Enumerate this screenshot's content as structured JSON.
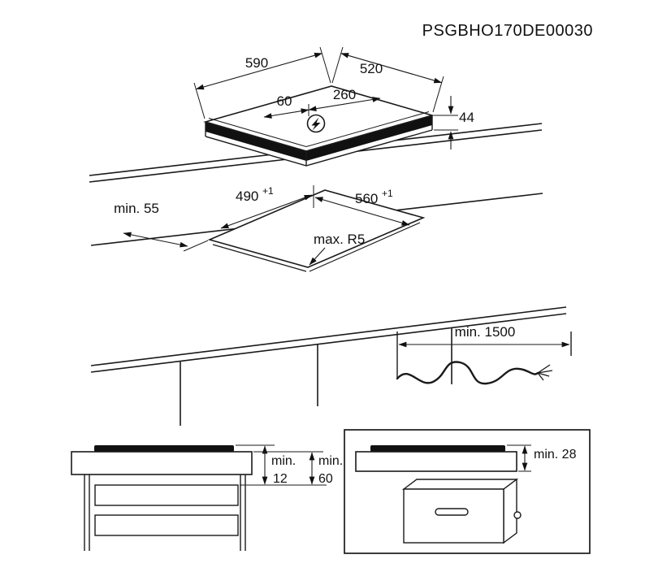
{
  "title": {
    "code": "PSGBHO170DE00030"
  },
  "colors": {
    "ink": "#1a1a1a",
    "background": "#ffffff"
  },
  "icons": {
    "power_connection": "lightning-bolt"
  },
  "hob": {
    "width": "590",
    "depth": "520",
    "height": "44",
    "conn_left": "60",
    "conn_right": "260"
  },
  "cutout": {
    "edge_clearance": "min. 55",
    "depth": "490",
    "depth_tolerance": "+1",
    "width": "560",
    "width_tolerance": "+1",
    "corner_radius": "max. R5"
  },
  "cable": {
    "length": "min. 1500"
  },
  "clearances": {
    "drawer_a_label": "min.",
    "drawer_a_value": "12",
    "drawer_b_label": "min.",
    "drawer_b_value": "60",
    "oven_label": "min. 28"
  }
}
